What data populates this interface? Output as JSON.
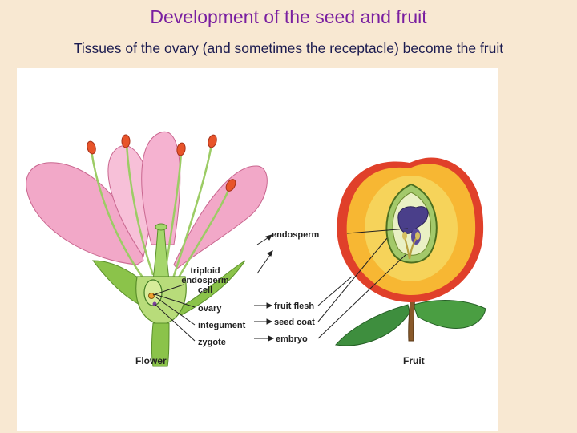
{
  "header": {
    "title": "Development of the seed and fruit",
    "subtitle": "Tissues of the ovary (and sometimes the receptacle) become the fruit"
  },
  "figure": {
    "flower_labels": {
      "triploid_line1": "triploid",
      "triploid_line2": "endosperm",
      "triploid_line3": "cell",
      "ovary": "ovary",
      "integument": "integument",
      "zygote": "zygote",
      "caption": "Flower"
    },
    "fruit_labels": {
      "endosperm": "endosperm",
      "fruit_flesh": "fruit flesh",
      "seed_coat": "seed coat",
      "embryo": "embryo",
      "caption": "Fruit"
    },
    "colors": {
      "background": "#f8e8d2",
      "title": "#7a1fa0",
      "subtitle": "#1b1b50",
      "petal": "#f2a8c8",
      "stem": "#8bc34a",
      "anther": "#e8542a",
      "fruit_flesh": "#f7b733",
      "fruit_skin": "#e0402a",
      "leaf": "#3e8e3e"
    }
  }
}
